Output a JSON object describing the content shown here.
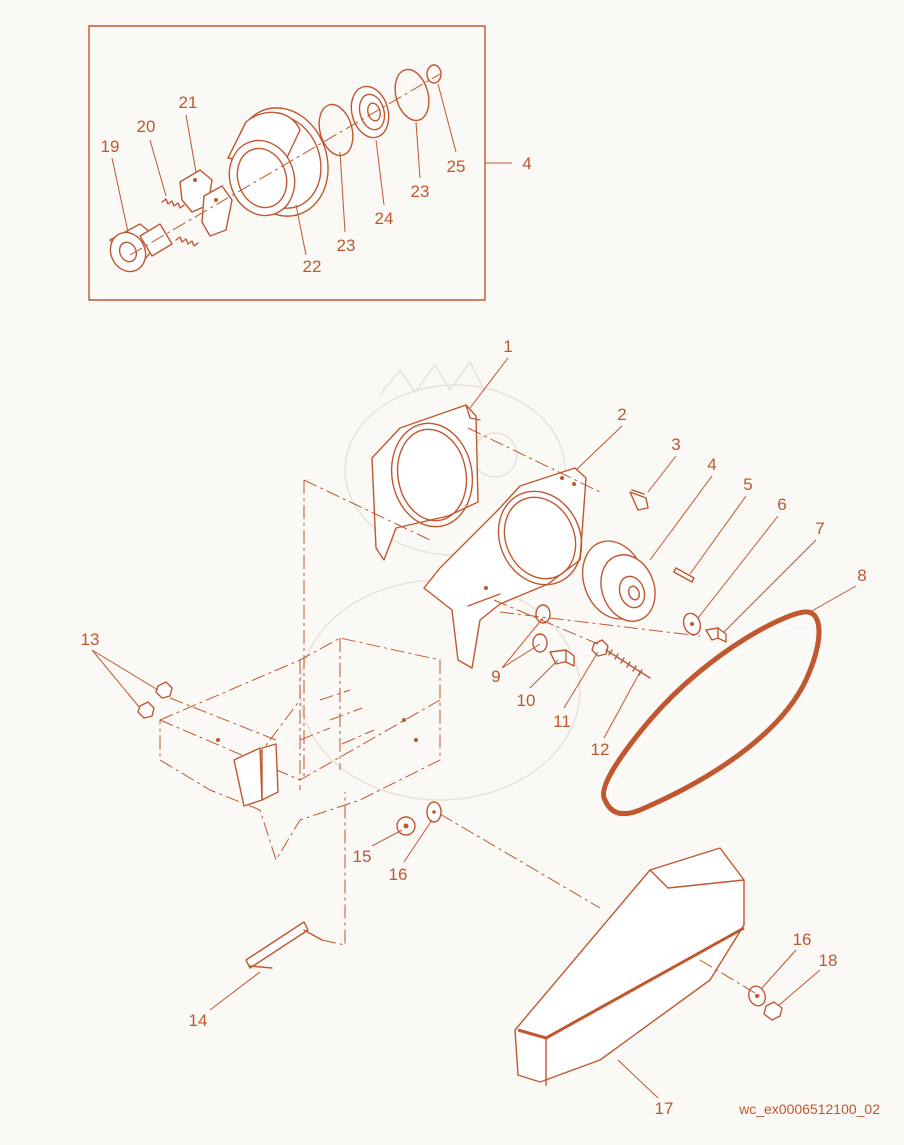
{
  "figure_id": "wc_ex0006512100_02",
  "accent_color": "#c0572f",
  "callouts": {
    "inset": {
      "c19": "19",
      "c20": "20",
      "c21": "21",
      "c22": "22",
      "c23a": "23",
      "c24": "24",
      "c23b": "23",
      "c25": "25",
      "c4": "4"
    },
    "main": {
      "c1": "1",
      "c2": "2",
      "c3": "3",
      "c4": "4",
      "c5": "5",
      "c6": "6",
      "c7": "7",
      "c8": "8",
      "c9": "9",
      "c10": "10",
      "c11": "11",
      "c12": "12",
      "c13": "13",
      "c14": "14",
      "c15": "15",
      "c16": "16",
      "c16b": "16",
      "c17": "17",
      "c18": "18"
    }
  }
}
